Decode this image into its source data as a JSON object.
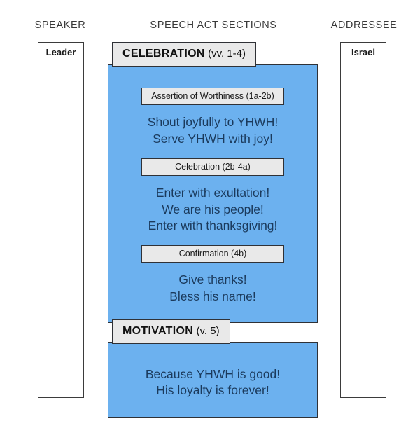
{
  "headings": {
    "speaker": "SPEAKER",
    "sections": "SPEECH ACT SECTIONS",
    "addressee": "ADDRESSEE"
  },
  "participants": {
    "speaker_label": "Leader",
    "addressee_label": "Israel"
  },
  "colors": {
    "panel_blue": "#6cb1ef",
    "label_grey": "#e9e9e9",
    "border_dark": "#2f3136",
    "speech_text": "#1b3a5c"
  },
  "sections": [
    {
      "title": "CELEBRATION",
      "reference": "(vv. 1-4)",
      "groups": [
        {
          "label": "Assertion of Worthiness (1a-2b)",
          "lines": [
            "Shout joyfully to YHWH!",
            "Serve YHWH with joy!"
          ]
        },
        {
          "label": "Celebration (2b-4a)",
          "lines": [
            "Enter with exultation!",
            "We are his people!",
            "Enter with thanksgiving!"
          ]
        },
        {
          "label": "Confirmation (4b)",
          "lines": [
            "Give thanks!",
            "Bless his name!"
          ]
        }
      ]
    },
    {
      "title": "MOTIVATION",
      "reference": "(v. 5)",
      "groups": [
        {
          "label": null,
          "lines": [
            "Because YHWH is good!",
            "His loyalty is forever!"
          ]
        }
      ]
    }
  ]
}
